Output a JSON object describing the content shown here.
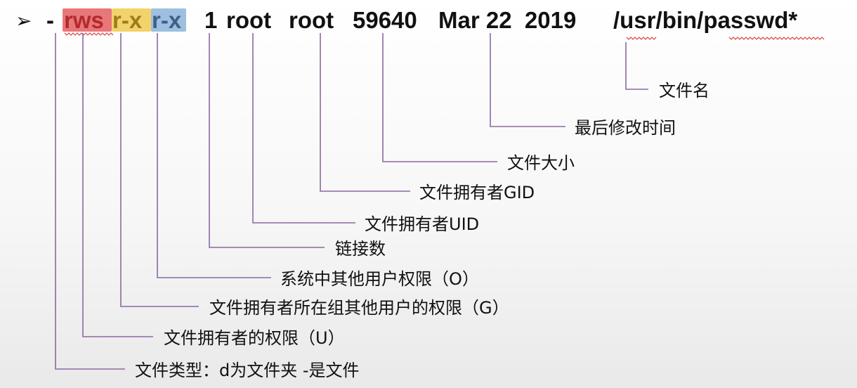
{
  "bullet": "➢",
  "command_line": {
    "file_type": "-",
    "perm_owner": "rws",
    "perm_group": "r-x",
    "perm_other": "r-x",
    "links": "1",
    "uid": "root",
    "gid": "root",
    "size": "59640",
    "mtime": "Mar 22  2019",
    "filename": "/usr/bin/passwd*"
  },
  "labels": {
    "filename": "文件名",
    "mtime": "最后修改时间",
    "size": "文件大小",
    "gid": "文件拥有者GID",
    "uid": "文件拥有者UID",
    "links": "链接数",
    "perm_other": "系统中其他用户权限（O）",
    "perm_group": "文件拥有者所在组其他用户的权限（G）",
    "perm_owner": "文件拥有者的权限（U）",
    "file_type": "文件类型：d为文件夹 -是文件"
  },
  "colors": {
    "owner_bg": "#e8777a",
    "group_bg": "#f2d36b",
    "other_bg": "#9ec0e0",
    "owner_text": "#b42a2c",
    "group_text": "#9b7d1c",
    "other_text": "#3f5f86",
    "leader": "#8a6aa0",
    "squiggle": "#e05050"
  }
}
